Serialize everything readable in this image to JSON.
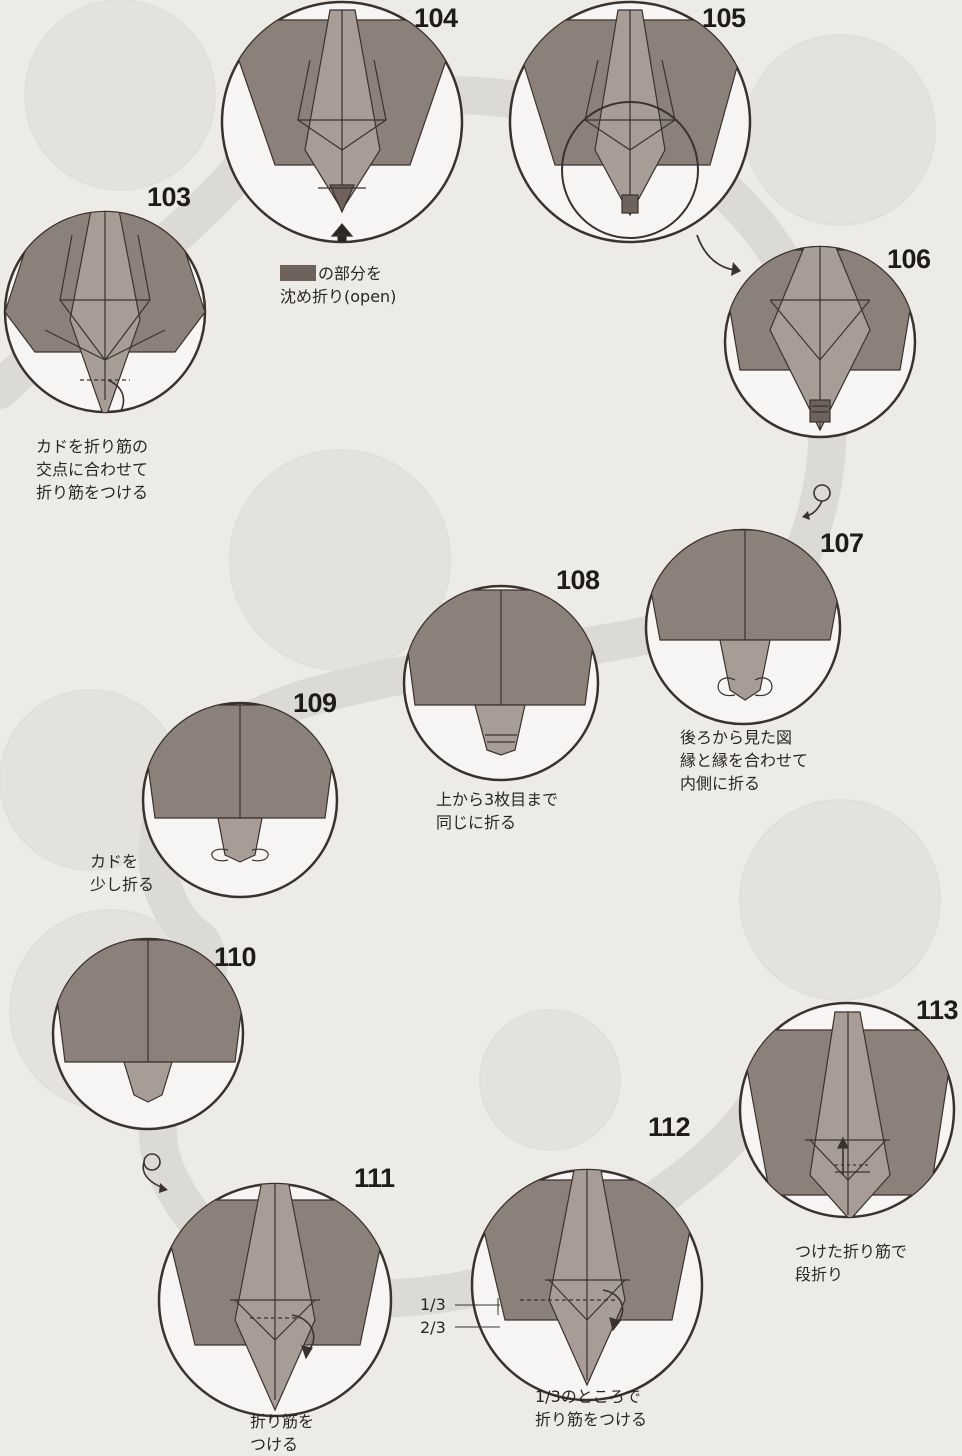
{
  "colors": {
    "page": "#ecebe8",
    "paper": "#8c807a",
    "paper_light": "#a79c96",
    "paper_dark": "#6f625c",
    "line": "#3b322e",
    "path_band": "#dcdad6"
  },
  "steps": [
    {
      "num": "103",
      "caption": [
        "カドを折り筋の",
        "交点に合わせて",
        "折り筋をつける"
      ]
    },
    {
      "num": "104",
      "legend_text": "の部分を",
      "caption": [
        "沈め折り(open)"
      ]
    },
    {
      "num": "105",
      "caption": []
    },
    {
      "num": "106",
      "caption": []
    },
    {
      "num": "107",
      "caption": [
        "後ろから見た図",
        "縁と縁を合わせて",
        "内側に折る"
      ]
    },
    {
      "num": "108",
      "caption": [
        "上から3枚目まで",
        "同じに折る"
      ]
    },
    {
      "num": "109",
      "caption": [
        "カドを",
        "少し折る"
      ]
    },
    {
      "num": "110",
      "caption": []
    },
    {
      "num": "111",
      "caption": [
        "折り筋を",
        "つける"
      ]
    },
    {
      "num": "112",
      "caption": [
        "1/3のところで",
        "折り筋をつける"
      ],
      "ratios": [
        "1/3",
        "2/3"
      ]
    },
    {
      "num": "113",
      "caption": [
        "つけた折り筋で",
        "段折り"
      ]
    }
  ],
  "icons": [
    "turn-over-icon",
    "zoom-arrow-icon",
    "push-arrow-icon",
    "fold-arrow-icon"
  ]
}
